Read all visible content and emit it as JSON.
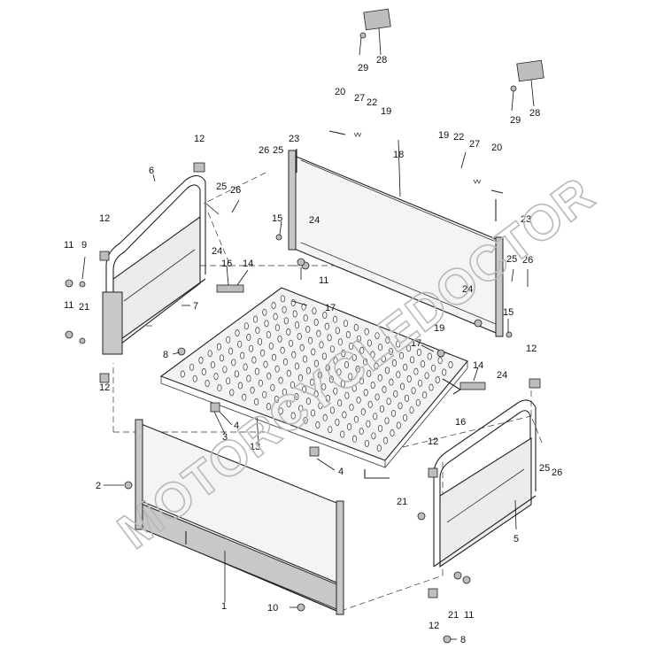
{
  "watermark": "MOTORCYCLEDOCTOR",
  "callouts": {
    "c1": "1",
    "c2": "2",
    "c3": "3",
    "c4a": "4",
    "c4b": "4",
    "c5": "5",
    "c6": "6",
    "c7": "7",
    "c8a": "8",
    "c8b": "8",
    "c9": "9",
    "c10": "10",
    "c11a": "11",
    "c11b": "11",
    "c11c": "11",
    "c11d": "11",
    "c12a": "12",
    "c12b": "12",
    "c12c": "12",
    "c12d": "12",
    "c12e": "12",
    "c12f": "12",
    "c13": "13",
    "c14a": "14",
    "c14b": "14",
    "c15a": "15",
    "c15b": "15",
    "c16a": "16",
    "c16b": "16",
    "c17a": "17",
    "c17b": "17",
    "c19a": "19",
    "c19b": "19",
    "c19c": "19",
    "c18": "18",
    "c20a": "20",
    "c20b": "20",
    "c21a": "21",
    "c21b": "21",
    "c21c": "21",
    "c22a": "22",
    "c22b": "22",
    "c23a": "23",
    "c23b": "23",
    "c24a": "24",
    "c24b": "24",
    "c24c": "24",
    "c24d": "24",
    "c25a": "25",
    "c25b": "25",
    "c25c": "25",
    "c25d": "25",
    "c26a": "26",
    "c26b": "26",
    "c26c": "26",
    "c26d": "26",
    "c27a": "27",
    "c27b": "27",
    "c28a": "28",
    "c28b": "28",
    "c29a": "29",
    "c29b": "29"
  }
}
